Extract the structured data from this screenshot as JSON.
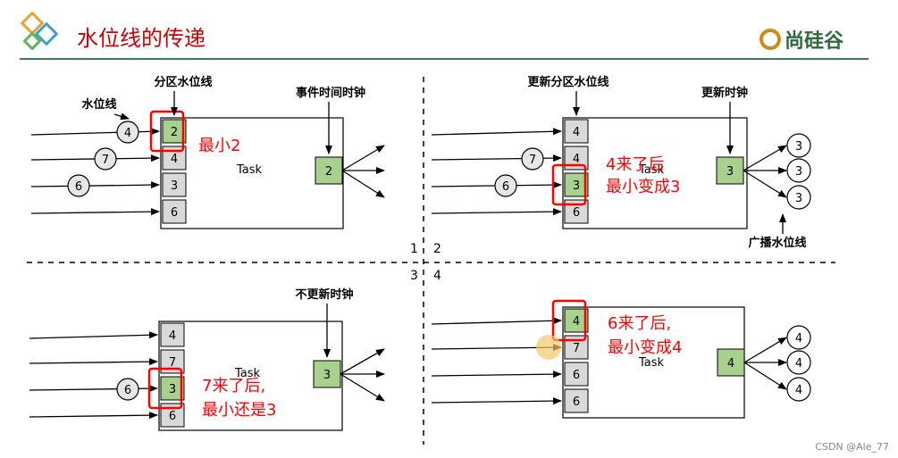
{
  "header": {
    "title": "水位线的传递",
    "brand": "尚硅谷",
    "title_color": "#cc0000",
    "rule_color": "#2e8b57"
  },
  "colors": {
    "cell_gray": "#d9d9d9",
    "cell_green": "#a9d18e",
    "highlight_red": "#ff0000",
    "note_red": "#ff0000",
    "line": "#000000"
  },
  "quadrant_labels": [
    "1",
    "2",
    "3",
    "4"
  ],
  "task_label": "Task",
  "quadrants": [
    {
      "top_labels": [
        "分区水位线",
        "事件时间时钟"
      ],
      "side_label": "水位线",
      "inputs": [
        "4",
        "7",
        "6",
        ""
      ],
      "partitions": [
        "2",
        "4",
        "3",
        "6"
      ],
      "green_index": 0,
      "highlight_index": 0,
      "clock": "2",
      "outputs": [
        "",
        "",
        ""
      ],
      "notes": [
        "最小2"
      ],
      "bottom_label": ""
    },
    {
      "top_labels": [
        "更新分区水位线",
        "更新时钟"
      ],
      "side_label": "",
      "inputs": [
        "",
        "7",
        "6",
        ""
      ],
      "partitions": [
        "4",
        "4",
        "3",
        "6"
      ],
      "green_index": 2,
      "highlight_index": 2,
      "clock": "3",
      "outputs": [
        "3",
        "3",
        "3"
      ],
      "notes": [
        "4来了后",
        "最小变成3"
      ],
      "bottom_label": "广播水位线"
    },
    {
      "top_labels": [
        "",
        "不更新时钟"
      ],
      "side_label": "",
      "inputs": [
        "",
        "",
        "6",
        ""
      ],
      "partitions": [
        "4",
        "7",
        "3",
        "6"
      ],
      "green_index": 2,
      "highlight_index": 2,
      "clock": "3",
      "outputs": [
        "",
        "",
        ""
      ],
      "notes": [
        "7来了后,",
        "最小还是3"
      ],
      "bottom_label": ""
    },
    {
      "top_labels": [
        "",
        ""
      ],
      "side_label": "",
      "inputs": [
        "",
        "",
        "",
        ""
      ],
      "partitions": [
        "4",
        "7",
        "6",
        "6"
      ],
      "green_index": 0,
      "highlight_index": 0,
      "clock": "4",
      "outputs": [
        "4",
        "4",
        "4"
      ],
      "notes": [
        "6来了后,",
        "最小变成4"
      ],
      "bottom_label": ""
    }
  ],
  "footer": "CSDN @Ale_77"
}
